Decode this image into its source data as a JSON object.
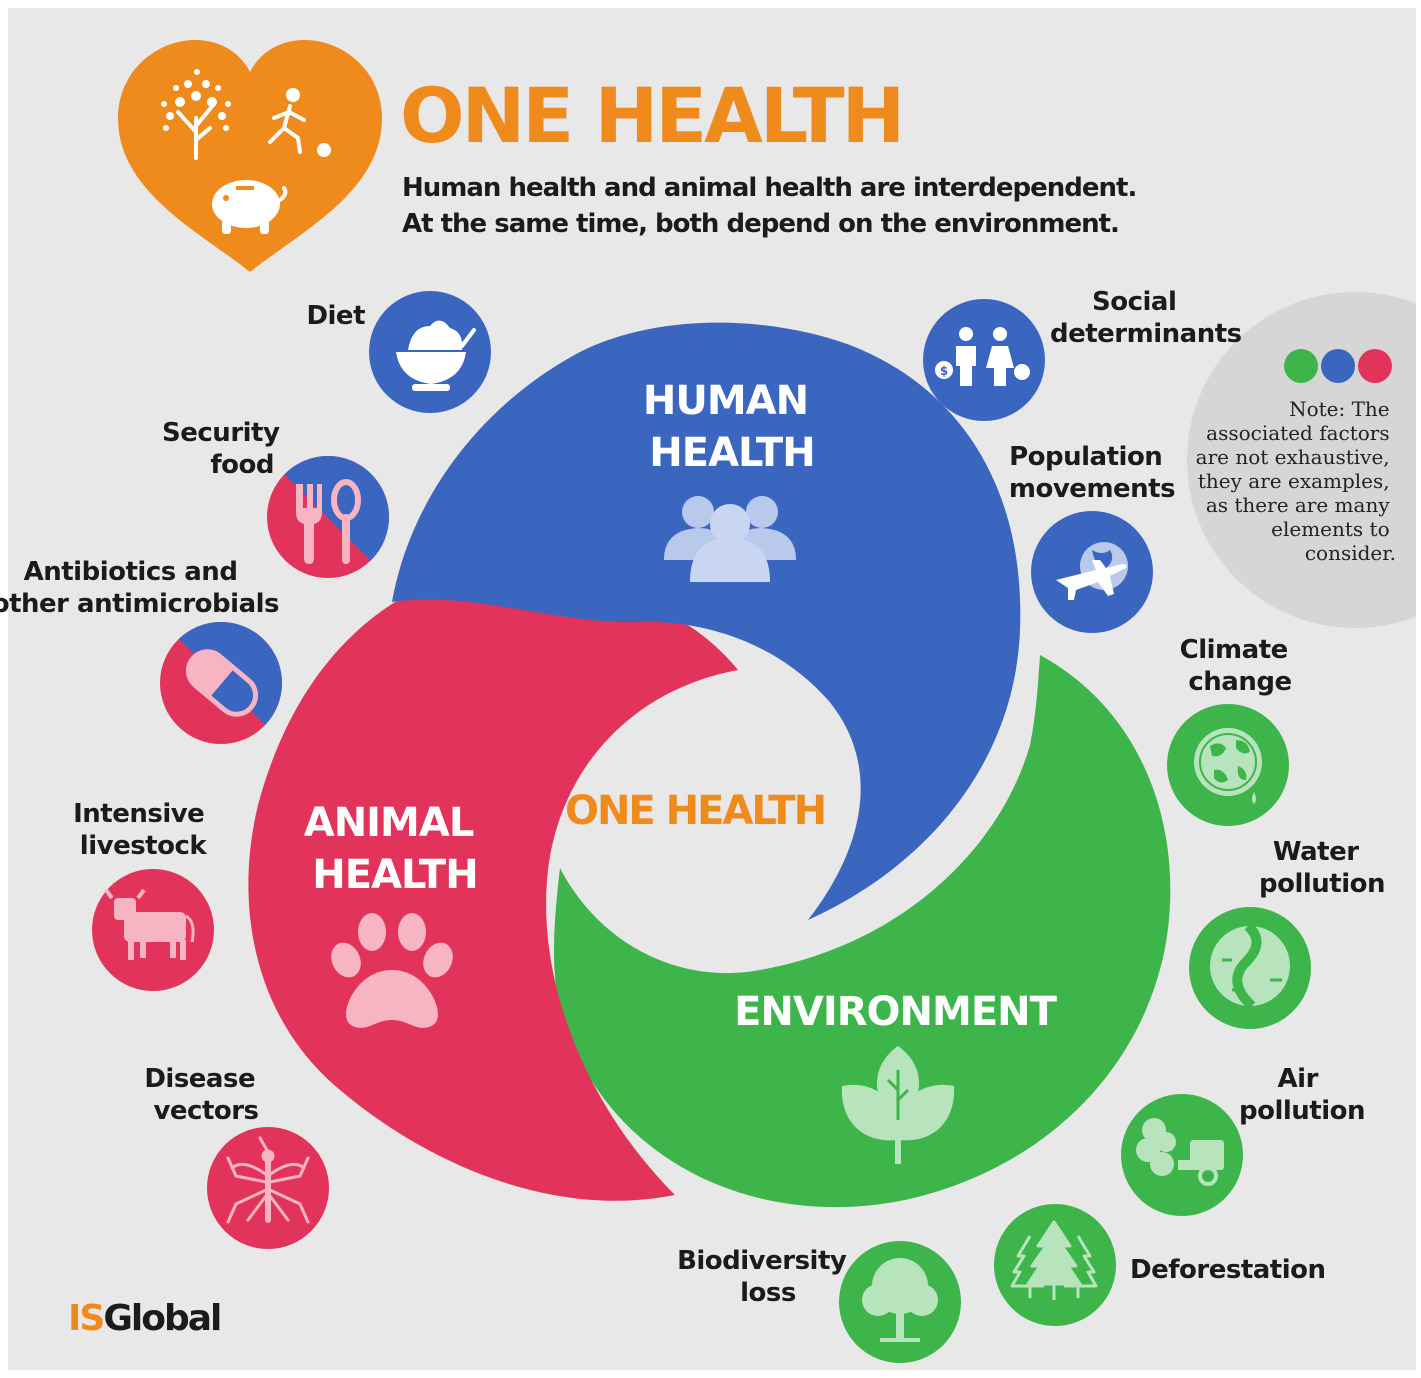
{
  "header": {
    "title": "ONE HEALTH",
    "subtitle_line1": "Human health and animal health are interdependent.",
    "subtitle_line2": "At the same time, both depend on the environment."
  },
  "sectors": {
    "human": {
      "line1": "HUMAN",
      "line2": "HEALTH"
    },
    "animal": {
      "line1": "ANIMAL",
      "line2": "HEALTH"
    },
    "environment": {
      "label": "ENVIRONMENT"
    },
    "center": {
      "label": "ONE HEALTH"
    }
  },
  "factors": {
    "diet": [
      "Diet"
    ],
    "security_food": [
      "Security",
      "food"
    ],
    "antibiotics": [
      "Antibiotics and",
      "other antimicrobials"
    ],
    "intensive_livestock": [
      "Intensive",
      "livestock"
    ],
    "disease_vectors": [
      "Disease",
      "vectors"
    ],
    "social_determinants": [
      "Social",
      "determinants"
    ],
    "population_movements": [
      "Population",
      "movements"
    ],
    "climate_change": [
      "Climate",
      "change"
    ],
    "water_pollution": [
      "Water",
      "pollution"
    ],
    "air_pollution": [
      "Air",
      "pollution"
    ],
    "deforestation": [
      "Deforestation"
    ],
    "biodiversity_loss": [
      "Biodiversity",
      "loss"
    ]
  },
  "note": {
    "lines": [
      "Note: The",
      "associated factors",
      "are not exhaustive,",
      "they are examples,",
      "as there are many",
      "elements to",
      "consider."
    ]
  },
  "logo": {
    "part1": "IS",
    "part2": "Global"
  },
  "colors": {
    "human": "#3a66bf",
    "animal": "#e2345a",
    "environment": "#3db54a",
    "accent": "#ef8a1d",
    "background": "#e8e8e8",
    "note_bubble": "#d6d6d6"
  },
  "icons": [
    "tree-icon",
    "running-child-icon",
    "piggy-bank-icon",
    "bowl-icon",
    "fork-spoon-icon",
    "pill-icon",
    "cow-icon",
    "mosquito-icon",
    "people-money-icon",
    "plane-globe-icon",
    "globe-drip-icon",
    "river-icon",
    "factory-smoke-icon",
    "pine-trees-icon",
    "tree-icon",
    "people-group-icon",
    "paw-icon",
    "leaves-icon"
  ]
}
